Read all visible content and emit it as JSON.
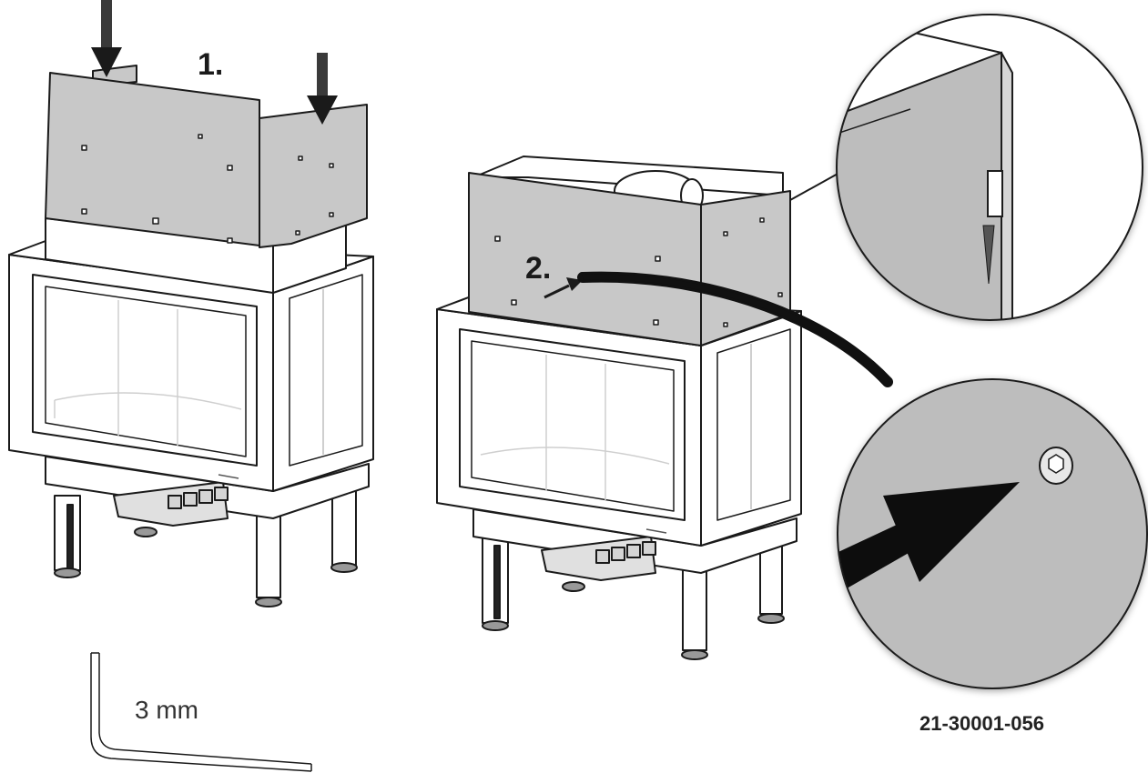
{
  "labels": {
    "step1": "1.",
    "step2": "2.",
    "wrench_size": "3 mm",
    "part_number": "21-30001-056"
  },
  "colors": {
    "panel_gray": "#c8c8c8",
    "detail_gray": "#bdbdbd",
    "line": "#1a1a1a",
    "arrow": "#111111"
  },
  "icons": {
    "down_arrow": "arrow-down-icon",
    "allen_key": "allen-key-icon",
    "screw": "screw-icon"
  }
}
